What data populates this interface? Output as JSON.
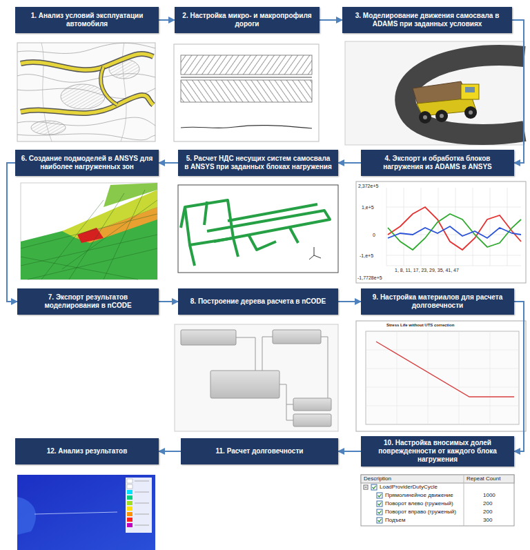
{
  "diagram": {
    "nodes": [
      {
        "text": [
          "1. Анализ условий эксплуатации автомобиля"
        ]
      },
      {
        "text": [
          "2. Настройка микро- и макропрофиля дороги"
        ]
      },
      {
        "text": [
          "3. Моделирование движения самосвала в ADAMS при заданных условиях"
        ]
      },
      {
        "text": [
          "4. Экспорт и обработка блоков нагружения из ADAMS в ANSYS"
        ]
      },
      {
        "text": [
          "5. Расчет НДС несущих систем самосвала в ANSYS при заданных блоках нагружения"
        ]
      },
      {
        "text": [
          "6. Создание подмоделей в ANSYS для наиболее нагруженных зон"
        ]
      },
      {
        "text": [
          "7. Экспорт результатов моделирования в nCODE"
        ]
      },
      {
        "text": [
          "8. Построение дерева расчета в nCODE"
        ]
      },
      {
        "text": [
          "9. Настройка материалов для расчета долговечности"
        ]
      },
      {
        "text": [
          "10. Настройка вносимых долей поврежденности от каждого блока нагружения"
        ]
      },
      {
        "text": [
          "11. Расчет долговечности"
        ]
      },
      {
        "text": [
          "12. Анализ результатов"
        ]
      }
    ],
    "edges": [
      {
        "from": 0,
        "to": 1,
        "arrow": "to"
      },
      {
        "from": 1,
        "to": 2,
        "arrow": "to"
      },
      {
        "from": 2,
        "to": 3,
        "arrow": "to"
      },
      {
        "from": 3,
        "to": 4,
        "arrow": "to"
      },
      {
        "from": 4,
        "to": 5,
        "arrow": "to"
      },
      {
        "from": 5,
        "to": 6,
        "arrow": "to"
      },
      {
        "from": 6,
        "to": 7,
        "arrow": "to"
      },
      {
        "from": 7,
        "to": 8,
        "arrow": "to"
      },
      {
        "from": 8,
        "to": 9,
        "arrow": "to"
      },
      {
        "from": 9,
        "to": 10,
        "arrow": "to"
      },
      {
        "from": 10,
        "to": 11,
        "arrow": "to"
      }
    ],
    "labels": [
      "2,372e+5",
      "1,e+5",
      "0",
      "-1,e+5",
      "-1,7728e+5",
      "1, 8, 11, 17, 23, 29, 35, 41, 47",
      "Stress Life without UTS correction",
      "Description",
      "Repeat Count",
      "LoadProviderDutyCycle",
      "Прямолинейное движение",
      "1000",
      "Поворот влево (груженый)",
      "200",
      "Поворот вправо (груженый)",
      "200",
      "Подъем",
      "300"
    ]
  }
}
